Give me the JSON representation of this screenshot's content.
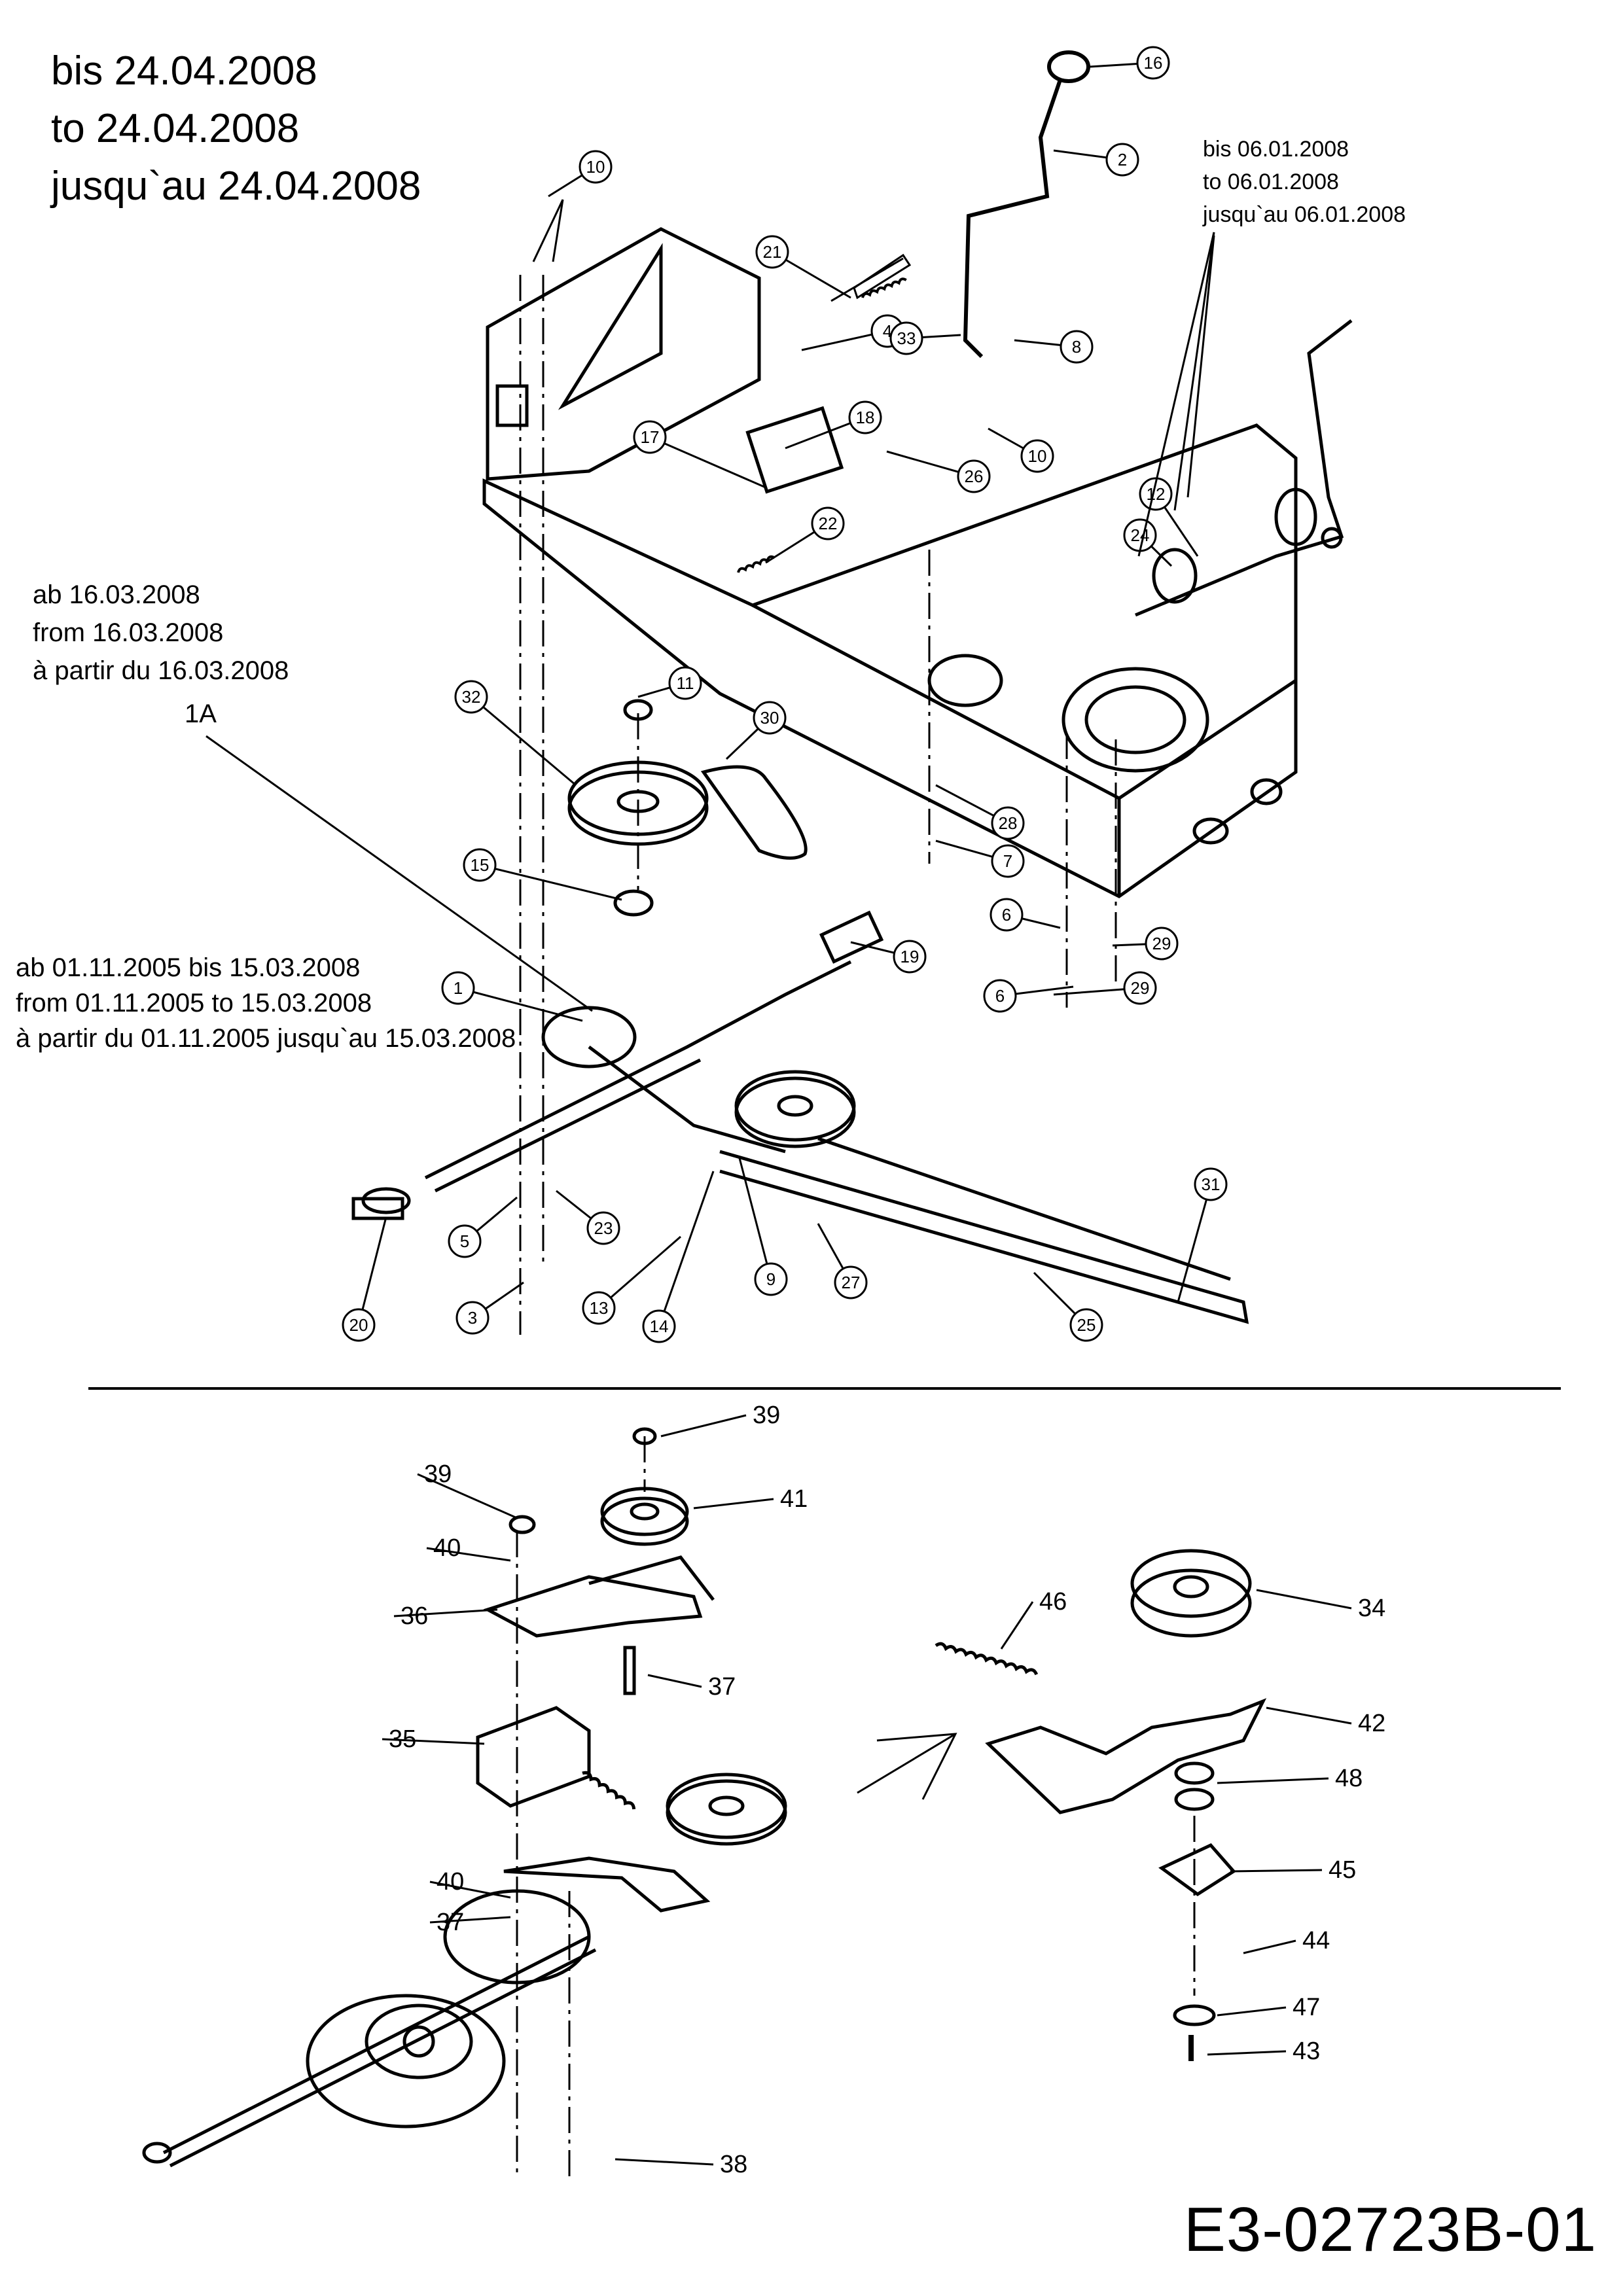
{
  "header_notes": {
    "bis": "bis 24.04.2008",
    "to": "to 24.04.2008",
    "jusqu": "jusqu`au 24.04.2008"
  },
  "note_right": {
    "l1": "bis 06.01.2008",
    "l2": "to 06.01.2008",
    "l3": "jusqu`au 06.01.2008"
  },
  "note_left_a": {
    "l1": "ab 16.03.2008",
    "l2": "from 16.03.2008",
    "l3": "à partir du 16.03.2008",
    "l4": "1A"
  },
  "note_left_b": {
    "l1": "ab 01.11.2005 bis 15.03.2008",
    "l2": "from 01.11.2005 to 15.03.2008",
    "l3": "à partir du 01.11.2005 jusqu`au 15.03.2008"
  },
  "callouts_top": [
    "16",
    "2",
    "10",
    "21",
    "4",
    "33",
    "8",
    "18",
    "17",
    "10",
    "26",
    "22",
    "12",
    "24",
    "11",
    "30",
    "32",
    "15",
    "28",
    "7",
    "6",
    "29",
    "6",
    "29",
    "19",
    "1",
    "5",
    "23",
    "13",
    "14",
    "9",
    "27",
    "31",
    "25",
    "20",
    "3"
  ],
  "callouts_bottom": [
    "39",
    "39",
    "41",
    "40",
    "36",
    "37",
    "35",
    "40",
    "37",
    "38",
    "46",
    "34",
    "42",
    "48",
    "45",
    "44",
    "47",
    "43"
  ],
  "diagram_code": "E3-02723B-01"
}
